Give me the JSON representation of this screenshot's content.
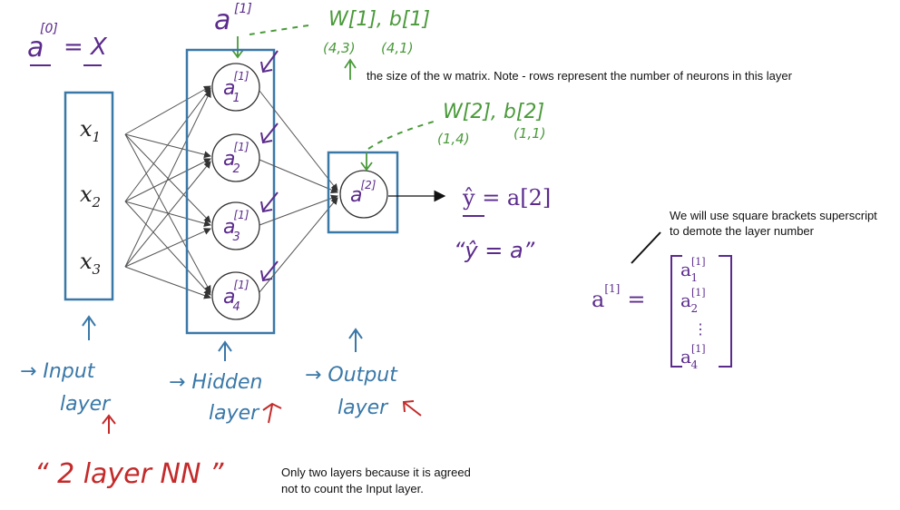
{
  "input_layer": {
    "a0_label": "a",
    "a0_sup": "[0]",
    "equals_x": "= X",
    "nodes": [
      "x1",
      "x2",
      "x3"
    ],
    "caption_line1": "→ Input",
    "caption_line2": "layer"
  },
  "hidden_layer": {
    "top_label": "a",
    "top_sup": "[1]",
    "nodes": [
      {
        "base": "a",
        "sup": "[1]",
        "sub": "1"
      },
      {
        "base": "a",
        "sup": "[1]",
        "sub": "2"
      },
      {
        "base": "a",
        "sup": "[1]",
        "sub": "3"
      },
      {
        "base": "a",
        "sup": "[1]",
        "sub": "4"
      }
    ],
    "params": "W[1], b[1]",
    "w_shape": "(4,3)",
    "b_shape": "(4,1)",
    "caption_line1": "→ Hidden",
    "caption_line2": "layer"
  },
  "output_layer": {
    "node": {
      "base": "a",
      "sup": "[2]"
    },
    "params": "W[2], b[2]",
    "w_shape": "(1,4)",
    "b_shape": "(1,1)",
    "yhat": "ŷ = a[2]",
    "yhat_alias": "“ŷ = a”",
    "caption_line1": "→ Output",
    "caption_line2": "layer"
  },
  "layer_count": "“ 2 layer NN ”",
  "vector": {
    "lhs": "a[1] =",
    "entries": [
      "a1[1]",
      "a2[1]",
      "⋮",
      "a4[1]"
    ]
  },
  "notes": {
    "w_matrix": "the size of the w matrix. Note - rows represent the number of neurons in this layer",
    "brackets_line1": "We will use square brackets superscript",
    "brackets_line2": "to demote the layer number",
    "layers_line1": "Only two layers because it is agreed",
    "layers_line2": "not to count the Input layer."
  },
  "colors": {
    "box": "#3a78a8",
    "purple": "#5b2b8c",
    "green": "#4a9a3a",
    "red": "#c42a2a",
    "ink": "#222222",
    "edge": "#555555"
  }
}
